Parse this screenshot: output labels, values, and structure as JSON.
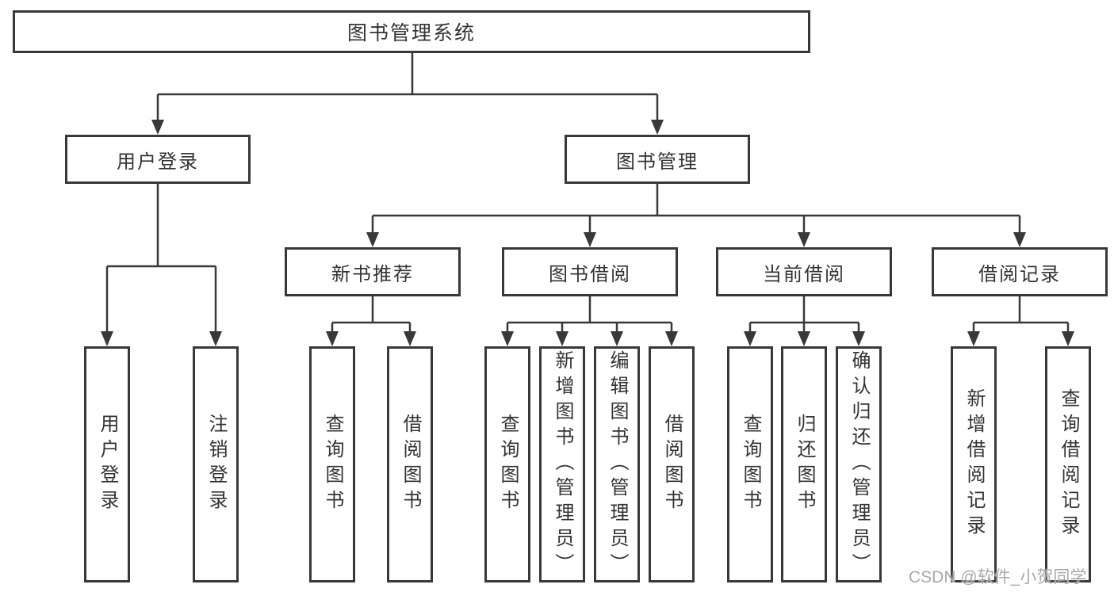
{
  "diagram": {
    "root": {
      "label": "图书管理系统",
      "children": [
        {
          "label": "用户登录",
          "children": [
            {
              "label": "用户登录"
            },
            {
              "label": "注销登录"
            }
          ]
        },
        {
          "label": "图书管理",
          "children": [
            {
              "label": "新书推荐",
              "children": [
                {
                  "label": "查询图书"
                },
                {
                  "label": "借阅图书"
                }
              ]
            },
            {
              "label": "图书借阅",
              "children": [
                {
                  "label": "查询图书"
                },
                {
                  "label": "新增图书（管理员）"
                },
                {
                  "label": "编辑图书（管理员）"
                },
                {
                  "label": "借阅图书"
                }
              ]
            },
            {
              "label": "当前借阅",
              "children": [
                {
                  "label": "查询图书"
                },
                {
                  "label": "归还图书"
                },
                {
                  "label": "确认归还（管理员）"
                }
              ]
            },
            {
              "label": "借阅记录",
              "children": [
                {
                  "label": "新增借阅记录"
                },
                {
                  "label": "查询借阅记录"
                }
              ]
            }
          ]
        }
      ]
    },
    "colors": {
      "line": "#383838",
      "text": "#333333",
      "watermark": "#a9a9a9"
    }
  },
  "watermark": {
    "text": "CSDN @软件_小贺同学"
  }
}
